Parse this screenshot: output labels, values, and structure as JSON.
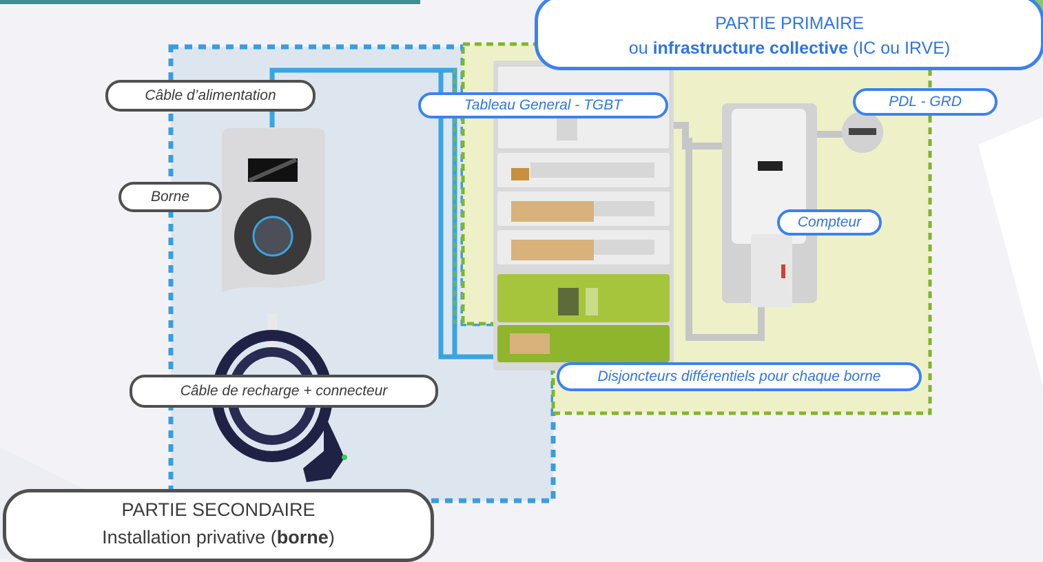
{
  "primary": {
    "line1": "PARTIE PRIMAIRE",
    "line2_prefix": "ou ",
    "line2_bold": "infrastructure collective",
    "line2_suffix": " (IC ou IRVE)"
  },
  "secondary": {
    "line1": "PARTIE SECONDAIRE",
    "line2_prefix": "Installation privative (",
    "line2_bold": "borne",
    "line2_suffix": ")"
  },
  "labels": {
    "cable_alimentation": "Câble d’alimentation",
    "borne": "Borne",
    "cable_recharge": "Câble de recharge + connecteur",
    "tableau": "Tableau General - TGBT",
    "pdl": "PDL - GRD",
    "compteur": "Compteur",
    "disjoncteurs": "Disjoncteurs différentiels pour chaque borne"
  },
  "colors": {
    "primary_accent": "#3b82f0",
    "secondary_accent": "#4f4f4f",
    "primary_zone_fill": "#eef0c8",
    "primary_zone_border": "#7fb52a",
    "secondary_zone_fill": "#dde6ee",
    "secondary_zone_border": "#3a9de0",
    "cable_blue": "#3aa4e3"
  }
}
